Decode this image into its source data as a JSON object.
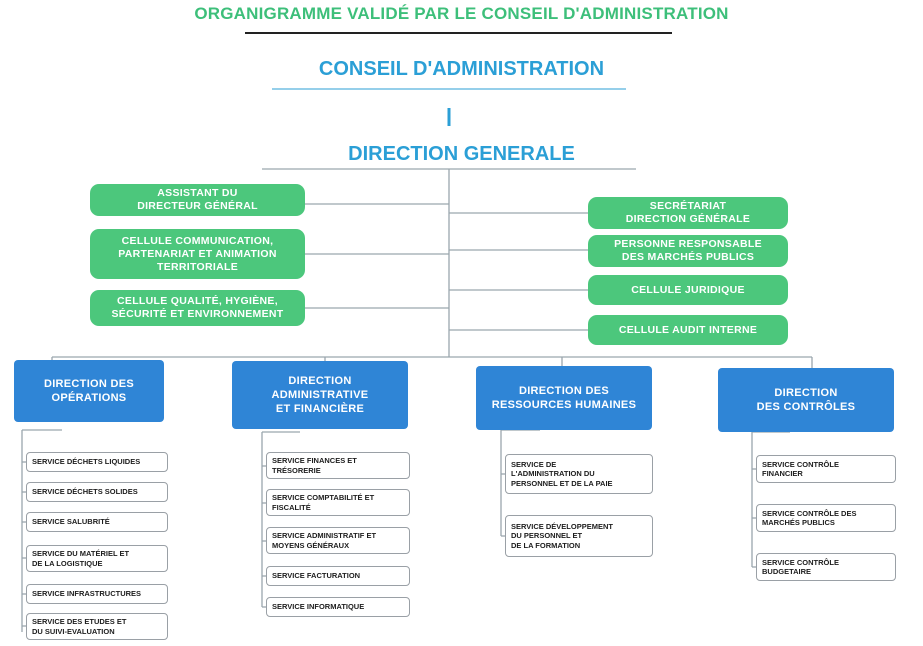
{
  "header": {
    "title": "ORGANIGRAMME VALIDÉ PAR LE CONSEIL D'ADMINISTRATION",
    "board": "CONSEIL D'ADMINISTRATION",
    "management": "DIRECTION GENERALE"
  },
  "left_cells": [
    "ASSISTANT DU\nDIRECTEUR GÉNÉRAL",
    "CELLULE COMMUNICATION,\nPARTENARIAT ET ANIMATION\nTERRITORIALE",
    "CELLULE QUALITÉ, HYGIÈNE,\nSÉCURITÉ ET ENVIRONNEMENT"
  ],
  "right_cells": [
    "SECRÉTARIAT\nDIRECTION GÉNÉRALE",
    "PERSONNE RESPONSABLE\nDES MARCHÉS PUBLICS",
    "CELLULE JURIDIQUE",
    "CELLULE AUDIT INTERNE"
  ],
  "directions": [
    {
      "label": "DIRECTION DES\nOPÉRATIONS",
      "services": [
        "SERVICE DÉCHETS LIQUIDES",
        "SERVICE DÉCHETS SOLIDES",
        "SERVICE SALUBRITÉ",
        "SERVICE DU MATÉRIEL ET\nDE LA LOGISTIQUE",
        "SERVICE INFRASTRUCTURES",
        "SERVICE DES ETUDES ET\nDU SUIVI-EVALUATION"
      ]
    },
    {
      "label": "DIRECTION\nADMINISTRATIVE\nET FINANCIÈRE",
      "services": [
        "SERVICE FINANCES ET\nTRÉSORERIE",
        "SERVICE COMPTABILITÉ ET\nFISCALITÉ",
        "SERVICE ADMINISTRATIF ET\nMOYENS GÉNÉRAUX",
        "SERVICE FACTURATION",
        "SERVICE INFORMATIQUE"
      ]
    },
    {
      "label": "DIRECTION DES\nRESSOURCES HUMAINES",
      "services": [
        "SERVICE DE\nL'ADMINISTRATION DU\nPERSONNEL ET DE LA PAIE",
        "SERVICE DÉVELOPPEMENT\nDU PERSONNEL ET\nDE LA FORMATION"
      ]
    },
    {
      "label": "DIRECTION\nDES CONTRÔLES",
      "services": [
        "SERVICE CONTRÔLE\nFINANCIER",
        "SERVICE CONTRÔLE DES\nMARCHÉS PUBLICS",
        "SERVICE CONTRÔLE\nBUDGETAIRE"
      ]
    }
  ],
  "colors": {
    "green": "#4cc77c",
    "blue": "#2f85d6",
    "title_green": "#3dbf7a",
    "title_blue": "#2b9fd6"
  }
}
